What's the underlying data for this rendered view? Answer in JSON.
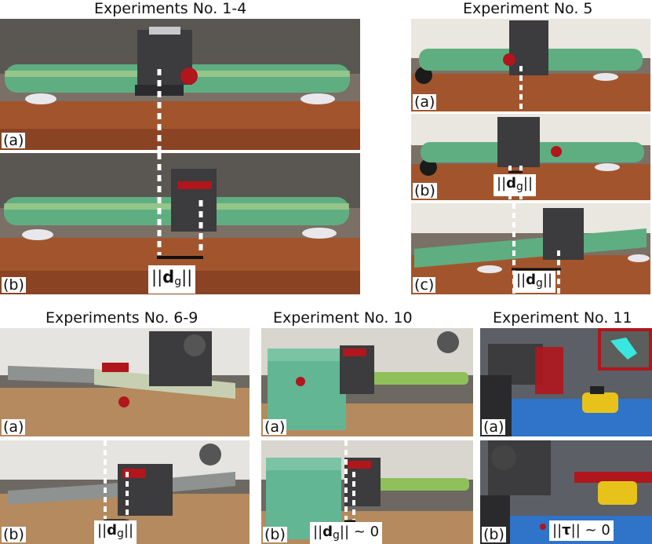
{
  "titles": {
    "exp_1_4": "Experiments No. 1-4",
    "exp_5": "Experiment No. 5",
    "exp_6_9": "Experiments No. 6-9",
    "exp_10": "Experiment No. 10",
    "exp_11": "Experiment No. 11"
  },
  "labels": {
    "a": "(a)",
    "b": "(b)",
    "c": "(c)"
  },
  "metrics": {
    "norm_open": "||",
    "norm_close": "||",
    "d": "d",
    "g": "g",
    "tau": "τ",
    "approx_zero": "~ 0"
  },
  "colors": {
    "background": "#ffffff",
    "target_marker": "#b0161c",
    "pipe": "#5fae82"
  }
}
